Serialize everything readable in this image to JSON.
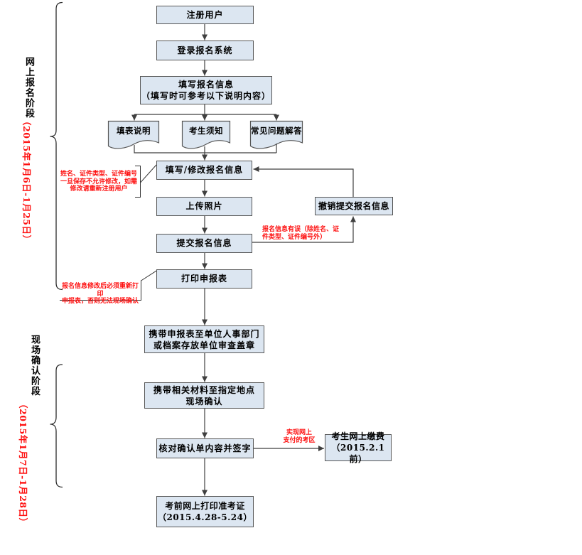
{
  "flow": {
    "register": "注册用户",
    "login": "登录报名系统",
    "fill_info": "填写报名信息\n（填写时可参考以下说明内容）",
    "doc_instructions": "填表说明",
    "doc_notice": "考生须知",
    "doc_faq": "常见问题解答",
    "modify": "填写/修改报名信息",
    "upload_photo": "上传照片",
    "submit": "提交报名信息",
    "revoke": "撤销提交报名信息",
    "print_form": "打印申报表",
    "stamp": "携带申报表至单位人事部门\n或档案存放单位审查盖章",
    "onsite_confirm": "携带相关材料至指定地点\n现场确认",
    "verify_sign": "核对确认单内容并签字",
    "pay_online": "考生网上缴费\n（2015.2.1前）",
    "print_ticket": "考前网上打印准考证\n（2015.4.28-5.24）"
  },
  "stages": {
    "online": {
      "label": "网上报名阶段",
      "dates": "（2015年1月6日-1月25日）"
    },
    "onsite": {
      "label": "现场确认阶段",
      "dates": "（2015年1月7日-1月28日）"
    }
  },
  "notes": {
    "modify_restriction": "姓名、证件类型、证件编号\n一旦保存不允许修改，如需\n修改请重新注册用户",
    "info_error": "报名信息有误（除姓名、证\n件类型、证件编号外）",
    "reprint_required": "报名信息修改后必须重新打印\n申报表，否则无法现场确认",
    "online_payment_area": "实现网上\n支付的考区"
  },
  "colors": {
    "box_fill": "#dce6f1",
    "box_border": "#565656",
    "line": "#3f3f3f",
    "red": "#fe1010"
  }
}
